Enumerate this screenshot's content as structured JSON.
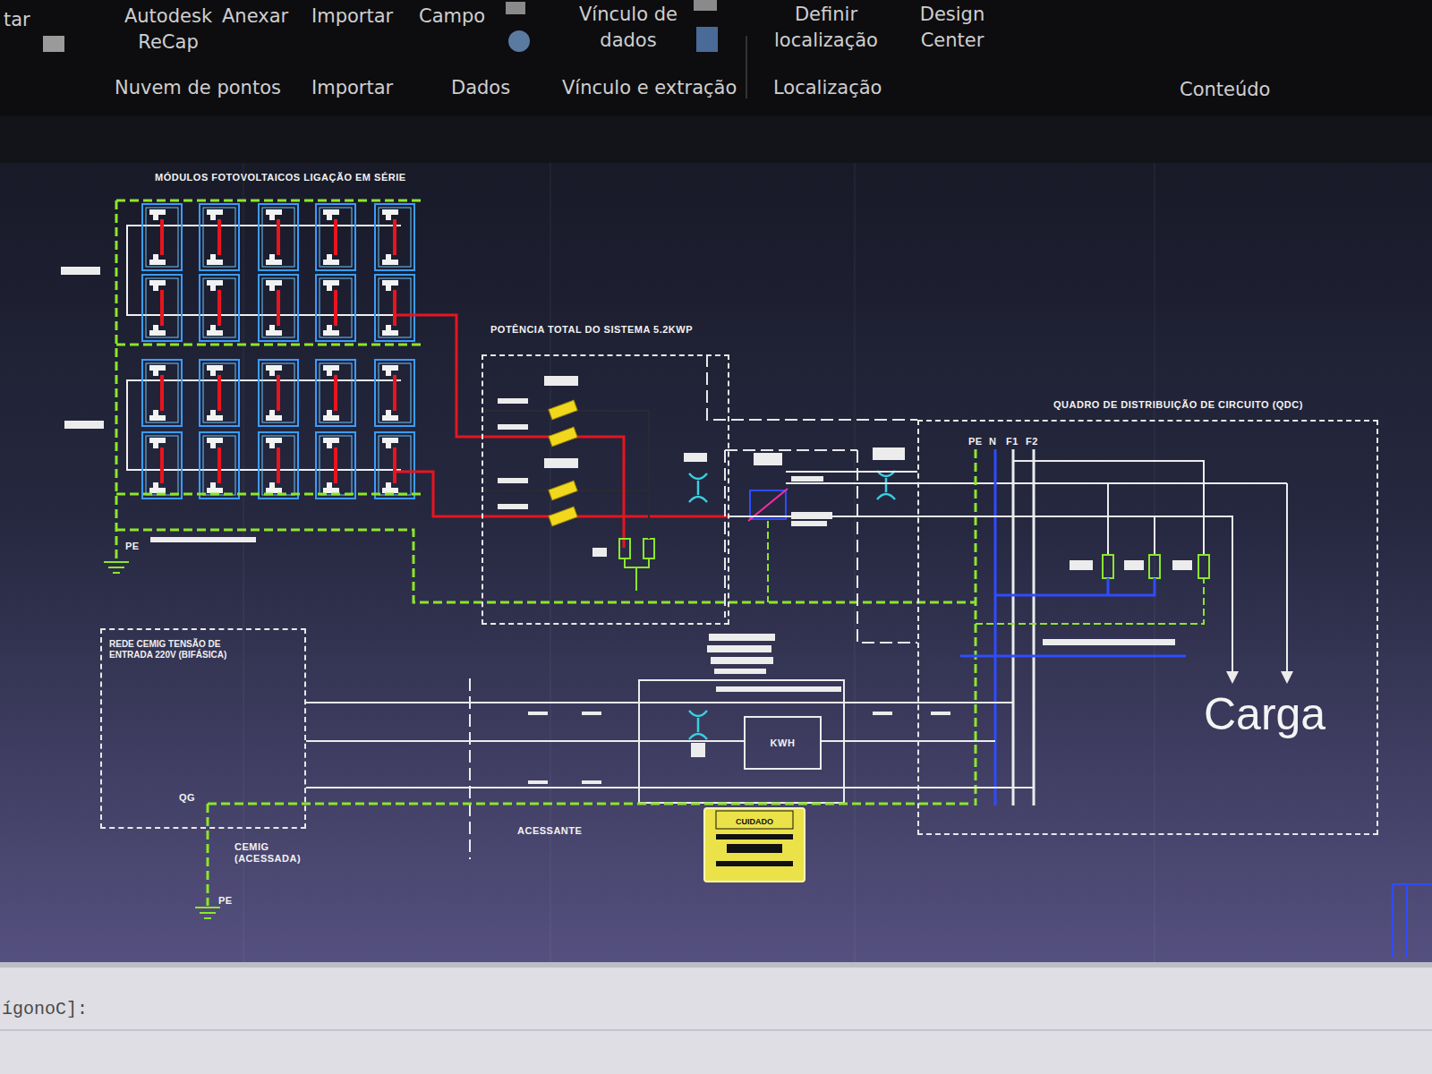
{
  "diagram": {
    "nodes": [
      {
        "text": [
          "MÓDULOS FOTOVOLTAICOS LIGAÇÃO EM SÉRIE"
        ]
      },
      {
        "text": [
          "POTÊNCIA TOTAL DO SISTEMA 5.2KWP"
        ]
      },
      {
        "text": [
          "QUADRO DE DISTRIBUIÇÃO DE CIRCUITO (QDC)"
        ]
      },
      {
        "text": [
          "REDE CEMIG TENSÃO DE ENTRADA 220V (BIFÁSICA)"
        ]
      },
      {
        "text": [
          "KWH"
        ]
      },
      {
        "text": [
          "CUIDADO"
        ]
      }
    ],
    "edges": [
      {
        "from": 0,
        "to": 1,
        "arrow": "none"
      },
      {
        "from": 0,
        "to": 1,
        "arrow": "none"
      },
      {
        "from": 1,
        "to": 2,
        "arrow": "none"
      },
      {
        "from": 3,
        "to": 4,
        "arrow": "none"
      },
      {
        "from": 4,
        "to": 2,
        "arrow": "none"
      }
    ],
    "labels": [
      "tar",
      "Autodesk ReCap",
      "Anexar",
      "Importar",
      "Campo",
      "Vínculo de dados",
      "Definir localização",
      "Design Center",
      "Nuvem de pontos",
      "Importar",
      "Dados",
      "Vínculo e extração",
      "Localização",
      "Conteúdo",
      "PE",
      "PE",
      "N",
      "F1",
      "F2",
      "QG",
      "CEMIG (ACESSADA)",
      "PE",
      "ACESSANTE",
      "Carga",
      "ígonoC]:"
    ]
  }
}
